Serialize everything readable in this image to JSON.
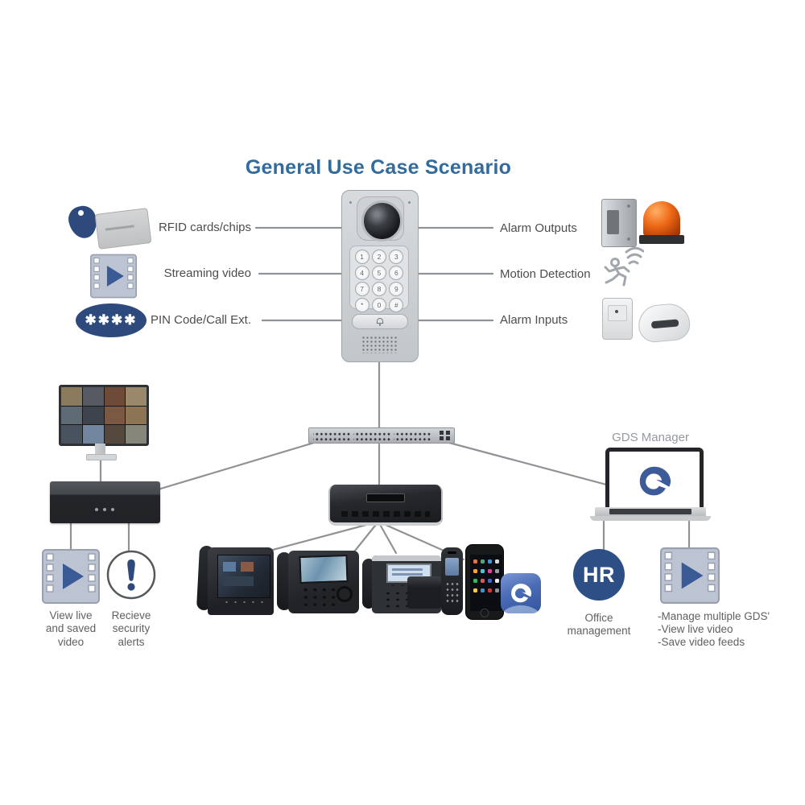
{
  "title": "General Use Case Scenario",
  "colors": {
    "title_blue": "#326b9c",
    "navy_icon": "#2e4a7c",
    "connector_line": "#8f9296",
    "label_gray": "#4d4d4d",
    "beacon_orange": "#ee6a18",
    "app_blue": "#4a6cb4"
  },
  "door_station": {
    "keys": [
      "1",
      "2",
      "3",
      "4",
      "5",
      "6",
      "7",
      "8",
      "9",
      "*",
      "0",
      "#"
    ]
  },
  "features_left": [
    {
      "label": "RFID cards/chips",
      "icon": "rfid-fob-and-card"
    },
    {
      "label": "Streaming video",
      "icon": "video-film-icon"
    },
    {
      "label": "PIN Code/Call Ext.",
      "icon": "pin-stars-badge",
      "stars": "✱✱✱✱"
    }
  ],
  "features_right": [
    {
      "label": "Alarm Outputs",
      "icons": [
        "door-strike-icon",
        "alarm-beacon-icon"
      ]
    },
    {
      "label": "Motion Detection",
      "icons": [
        "running-man-icon"
      ]
    },
    {
      "label": "Alarm Inputs",
      "icons": [
        "pir-sensor-small-icon",
        "pir-sensor-large-icon"
      ]
    }
  ],
  "network": {
    "manager_label": "GDS Manager"
  },
  "outcomes_left": [
    {
      "icon": "video-film-icon",
      "label": "View live\nand saved\nvideo"
    },
    {
      "icon": "security-alert-icon",
      "label": "Recieve\nsecurity\nalerts"
    }
  ],
  "outcomes_right": {
    "hr_badge": "HR",
    "hr_label": "Office\nmanagement",
    "video_label": "-Manage multiple GDS'\n-View live video\n-Save video feeds"
  }
}
